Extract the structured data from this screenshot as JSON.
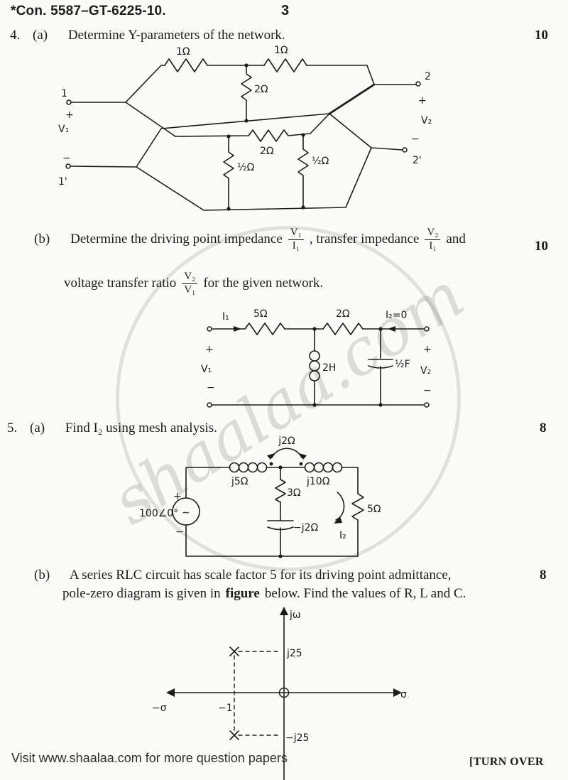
{
  "header": {
    "exam_code": "*Con. 5587–GT-6225-10.",
    "page_number": "3"
  },
  "footer": {
    "visit_text": "Visit www.shaalaa.com for more question papers",
    "turn_over": "[TURN OVER"
  },
  "watermark_text": "shaalaa.com",
  "q4": {
    "number": "4.",
    "a": {
      "label": "(a)",
      "text": "Determine Y-parameters of the network.",
      "marks": "10"
    },
    "b": {
      "label": "(b)",
      "marks": "10",
      "run1": "Determine the driving point impedance",
      "frac1": {
        "num": "V₁",
        "den": "I₁"
      },
      "run2": ", transfer impedance",
      "frac2": {
        "num": "V₂",
        "den": "I₁"
      },
      "run3": "and",
      "line2_run1": "voltage transfer ratio",
      "frac3": {
        "num": "V₂",
        "den": "V₁"
      },
      "line2_run2": "for the given network."
    }
  },
  "q5": {
    "number": "5.",
    "a": {
      "label": "(a)",
      "text": "Find I₂ using mesh analysis.",
      "marks": "8"
    },
    "b": {
      "label": "(b)",
      "marks": "8",
      "line1": "A series RLC circuit has scale factor 5 for its driving point admittance,",
      "line2_run1": "pole-zero diagram is given in",
      "line2_bold": "figure",
      "line2_run2": "below.  Find the values of R, L and C."
    }
  },
  "circuit4a": {
    "t1": "1",
    "plus_left": "+",
    "v1": "V₁",
    "minus_left": "−",
    "t1p": "1'",
    "r1": "1Ω",
    "r2": "1Ω",
    "r_shunt": "2Ω",
    "r_series": "2Ω",
    "r_half1": "½Ω",
    "r_half2": "½Ω",
    "t2": "2",
    "plus_right": "+",
    "v2": "V₂",
    "minus_right": "−",
    "t2p": "2'"
  },
  "circuit4b": {
    "i1": "I₁",
    "r1": "5Ω",
    "r2": "2Ω",
    "i2": "I₂=0",
    "ind": "2H",
    "cap": "½F",
    "plus_left": "+",
    "v1": "V₁",
    "minus_left": "−",
    "plus_right": "+",
    "v2": "V₂",
    "minus_right": "−"
  },
  "circuit5a": {
    "source_label": "100∠0°",
    "plus": "+",
    "minus": "−",
    "sine": "∼",
    "l_left": "j5Ω",
    "l_right": "j10Ω",
    "mutual": "j2Ω",
    "r_mid": "3Ω",
    "cap": "−j2Ω",
    "r_right": "5Ω",
    "i2": "I₂"
  },
  "polezero": {
    "jw_axis": "jω",
    "sigma_pos": "σ",
    "sigma_neg": "−σ",
    "j25": "j25",
    "neg_j25": "−j25",
    "neg1": "−1"
  }
}
